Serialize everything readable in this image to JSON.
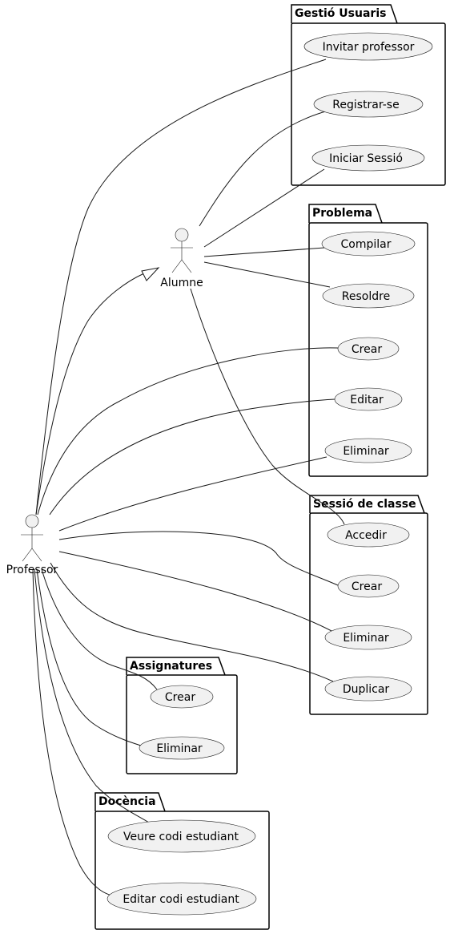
{
  "packages": {
    "gestio": {
      "title": "Gestió Usuaris",
      "use_cases": [
        "Invitar professor",
        "Registrar-se",
        "Iniciar Sessió"
      ]
    },
    "problema": {
      "title": "Problema",
      "use_cases": [
        "Compilar",
        "Resoldre",
        "Crear",
        "Editar",
        "Eliminar"
      ]
    },
    "sessio": {
      "title": "Sessió de classe",
      "use_cases": [
        "Accedir",
        "Crear",
        "Eliminar",
        "Duplicar"
      ]
    },
    "assignatures": {
      "title": "Assignatures",
      "use_cases": [
        "Crear",
        "Eliminar"
      ]
    },
    "docencia": {
      "title": "Docència",
      "use_cases": [
        "Veure codi estudiant",
        "Editar codi estudiant"
      ]
    }
  },
  "actors": {
    "alumne": "Alumne",
    "professor": "Professor"
  }
}
